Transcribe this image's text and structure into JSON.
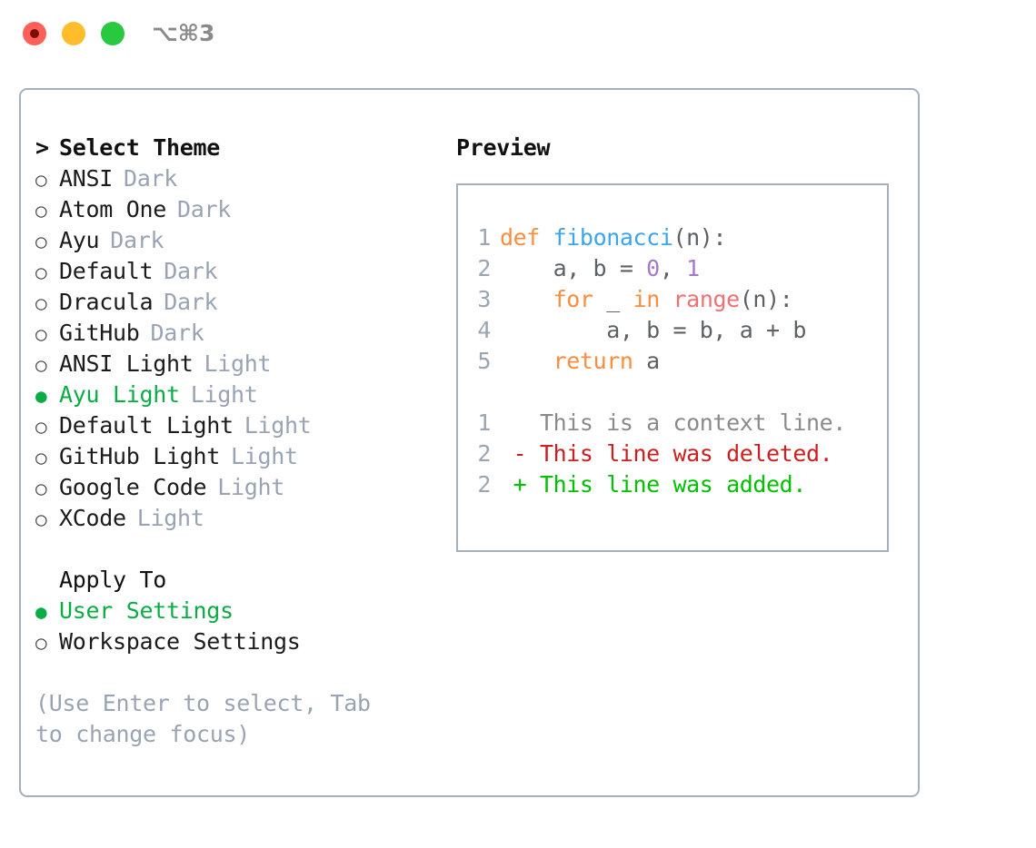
{
  "titlebar": {
    "shortcut": "⌥⌘3",
    "lights": [
      {
        "name": "close-button",
        "color": "#ff6159"
      },
      {
        "name": "minimize-button",
        "color": "#ffbd2e"
      },
      {
        "name": "maximize-button",
        "color": "#29c93f"
      }
    ]
  },
  "theme_section": {
    "caret": ">",
    "header": "Select Theme",
    "items": [
      {
        "marker": "○",
        "label": "ANSI",
        "variant": "Dark",
        "selected": false
      },
      {
        "marker": "○",
        "label": "Atom One",
        "variant": "Dark",
        "selected": false
      },
      {
        "marker": "○",
        "label": "Ayu",
        "variant": "Dark",
        "selected": false
      },
      {
        "marker": "○",
        "label": "Default",
        "variant": "Dark",
        "selected": false
      },
      {
        "marker": "○",
        "label": "Dracula",
        "variant": "Dark",
        "selected": false
      },
      {
        "marker": "○",
        "label": "GitHub",
        "variant": "Dark",
        "selected": false
      },
      {
        "marker": "○",
        "label": "ANSI Light",
        "variant": "Light",
        "selected": false
      },
      {
        "marker": "●",
        "label": "Ayu Light",
        "variant": "Light",
        "selected": true
      },
      {
        "marker": "○",
        "label": "Default Light",
        "variant": "Light",
        "selected": false
      },
      {
        "marker": "○",
        "label": "GitHub Light",
        "variant": "Light",
        "selected": false
      },
      {
        "marker": "○",
        "label": "Google Code",
        "variant": "Light",
        "selected": false
      },
      {
        "marker": "○",
        "label": "XCode",
        "variant": "Light",
        "selected": false
      }
    ]
  },
  "apply_section": {
    "header": "Apply To",
    "items": [
      {
        "marker": "●",
        "label": "User Settings",
        "selected": true
      },
      {
        "marker": "○",
        "label": "Workspace Settings",
        "selected": false
      }
    ]
  },
  "hint": "(Use Enter to select, Tab to change focus)",
  "preview": {
    "title": "Preview",
    "code_lines": [
      {
        "ln": "1",
        "tokens": [
          {
            "t": "def ",
            "c": "kw"
          },
          {
            "t": "fibonacci",
            "c": "fn"
          },
          {
            "t": "(n):",
            "c": "plain"
          }
        ]
      },
      {
        "ln": "2",
        "tokens": [
          {
            "t": "    a, b = ",
            "c": "plain"
          },
          {
            "t": "0",
            "c": "num"
          },
          {
            "t": ", ",
            "c": "plain"
          },
          {
            "t": "1",
            "c": "num"
          }
        ]
      },
      {
        "ln": "3",
        "tokens": [
          {
            "t": "    ",
            "c": "plain"
          },
          {
            "t": "for",
            "c": "kw"
          },
          {
            "t": " _ ",
            "c": "plain"
          },
          {
            "t": "in",
            "c": "kw"
          },
          {
            "t": " ",
            "c": "plain"
          },
          {
            "t": "range",
            "c": "builtin"
          },
          {
            "t": "(n):",
            "c": "plain"
          }
        ]
      },
      {
        "ln": "4",
        "tokens": [
          {
            "t": "        a, b = b, a + b",
            "c": "plain"
          }
        ]
      },
      {
        "ln": "5",
        "tokens": [
          {
            "t": "    ",
            "c": "plain"
          },
          {
            "t": "return",
            "c": "kw"
          },
          {
            "t": " a",
            "c": "plain"
          }
        ]
      },
      {
        "ln": "",
        "tokens": []
      },
      {
        "ln": "1",
        "tokens": [
          {
            "t": "   This is a context line.",
            "c": "ctx"
          }
        ]
      },
      {
        "ln": "2",
        "tokens": [
          {
            "t": " - This line was deleted.",
            "c": "del"
          }
        ]
      },
      {
        "ln": "2",
        "tokens": [
          {
            "t": " + This line was added.",
            "c": "add"
          }
        ]
      }
    ]
  },
  "colors": {
    "accent_green": "#0aad45",
    "muted_gray": "#98a4b3",
    "border": "#a5b0bd",
    "keyword_orange": "#fa8d3e",
    "function_blue": "#3ba5f0",
    "number_purple": "#a37acc",
    "builtin_coral": "#f07171",
    "diff_removed": "#cc1f1f",
    "diff_added": "#00c000"
  }
}
